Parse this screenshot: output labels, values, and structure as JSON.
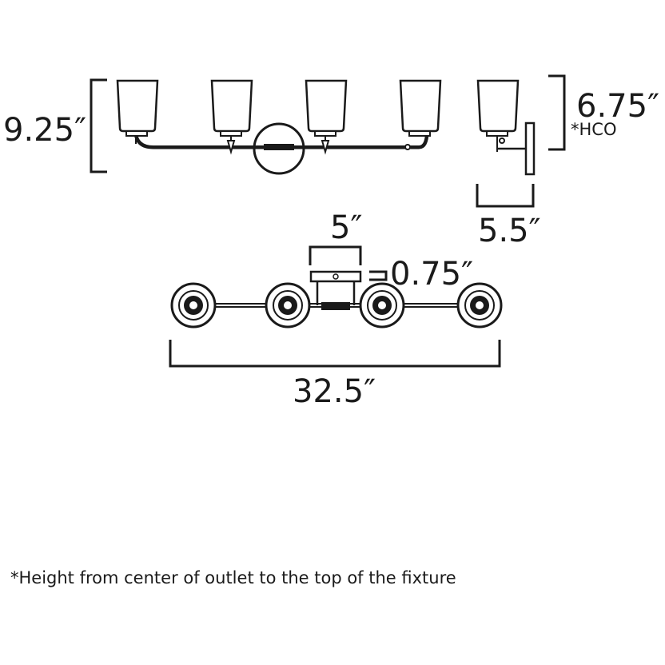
{
  "dimensions": {
    "overall_height": "9.25″",
    "hco": "6.75″",
    "hco_label": "*HCO",
    "extension": "5.5″",
    "backplate_width": "5″",
    "backplate_depth": "0.75″",
    "overall_width": "32.5″"
  },
  "footnote": "*Height from center of outlet to the top of the fixture"
}
